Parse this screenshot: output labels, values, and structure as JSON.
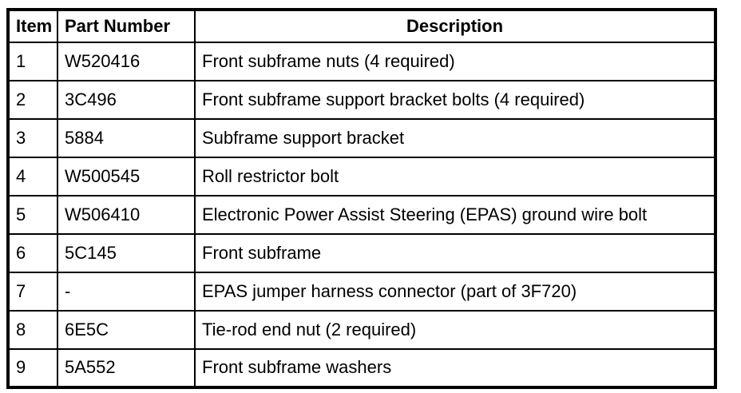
{
  "colors": {
    "border": "#000000",
    "text": "#000000",
    "background": "#ffffff"
  },
  "table": {
    "headers": [
      "Item",
      "Part Number",
      "Description"
    ],
    "rows": [
      [
        "1",
        "W520416",
        "Front subframe nuts (4 required)"
      ],
      [
        "2",
        "3C496",
        "Front subframe support bracket bolts (4 required)"
      ],
      [
        "3",
        "5884",
        "Subframe support bracket"
      ],
      [
        "4",
        "W500545",
        "Roll restrictor bolt"
      ],
      [
        "5",
        "W506410",
        "Electronic Power Assist Steering (EPAS) ground wire bolt"
      ],
      [
        "6",
        "5C145",
        "Front subframe"
      ],
      [
        "7",
        "-",
        "EPAS jumper harness connector (part of 3F720)"
      ],
      [
        "8",
        "6E5C",
        "Tie-rod end nut (2 required)"
      ],
      [
        "9",
        "5A552",
        "Front subframe washers"
      ]
    ]
  }
}
